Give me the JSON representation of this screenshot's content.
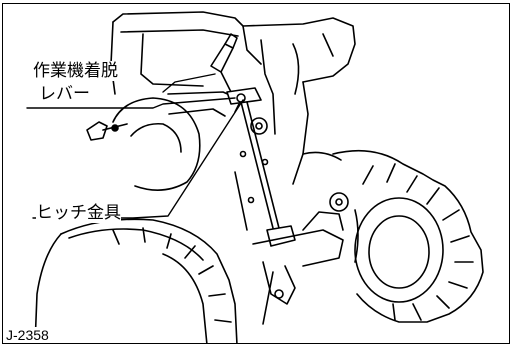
{
  "labels": {
    "attach_lever_line1": "作業機着脱",
    "attach_lever_line2": "レバー",
    "hitch_bracket": "ヒッチ金具"
  },
  "figure_number": "J-2358"
}
